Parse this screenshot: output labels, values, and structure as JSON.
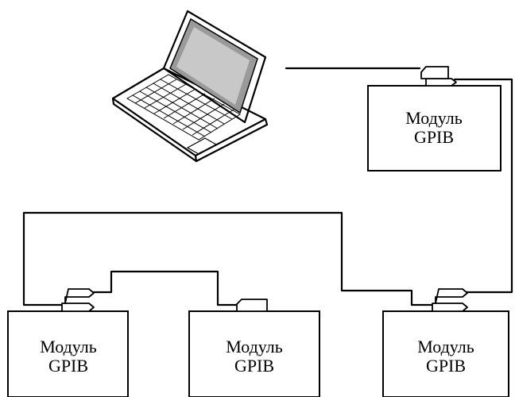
{
  "icons": {
    "computer": "laptop-icon",
    "connector": "gpib-connector-icon"
  },
  "modules": [
    {
      "id": "top-right",
      "line1": "Модуль",
      "line2": "GPIB"
    },
    {
      "id": "bottom-left",
      "line1": "Модуль",
      "line2": "GPIB"
    },
    {
      "id": "bottom-middle",
      "line1": "Модуль",
      "line2": "GPIB"
    },
    {
      "id": "bottom-right",
      "line1": "Модуль",
      "line2": "GPIB"
    }
  ]
}
